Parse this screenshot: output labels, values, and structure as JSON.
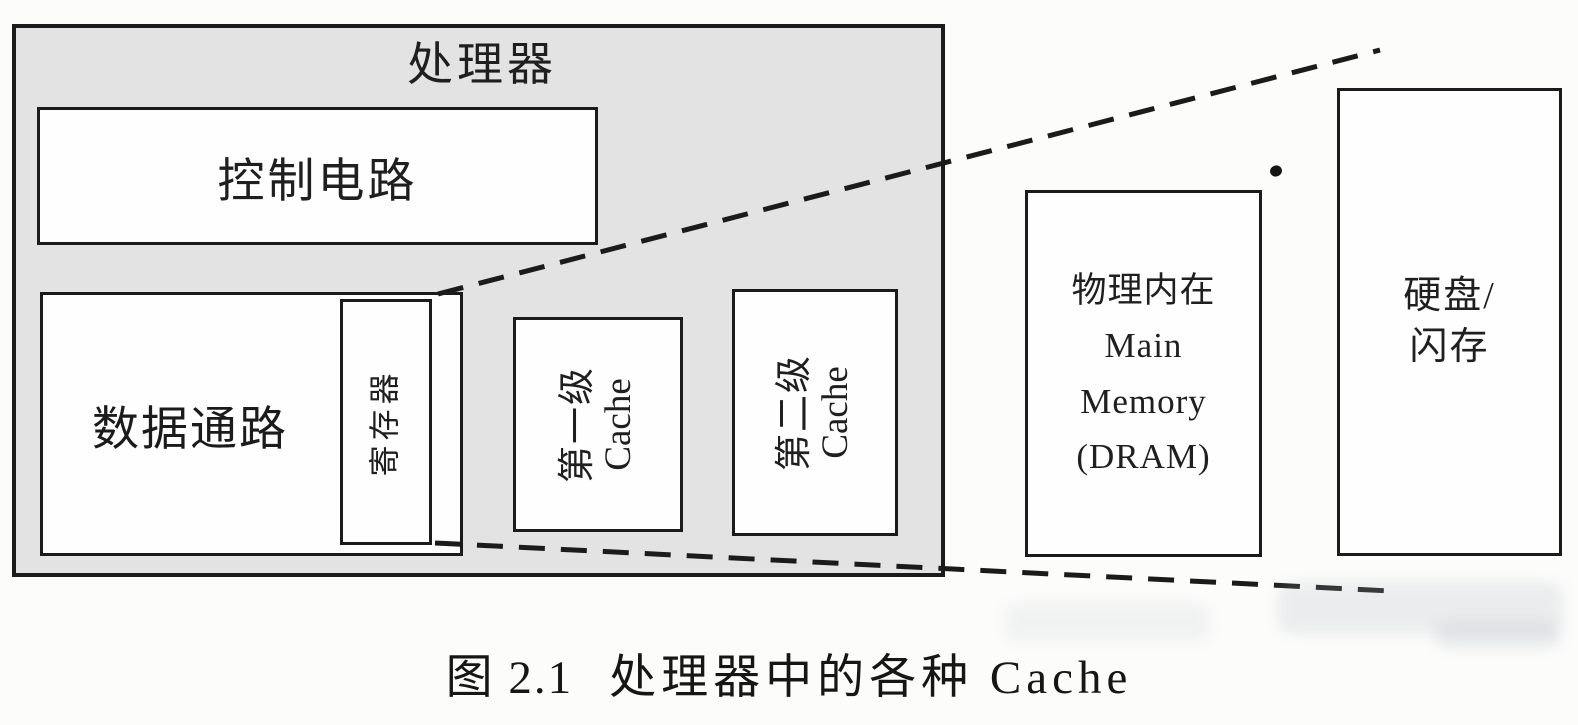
{
  "figure": {
    "processor": {
      "label": "处理器"
    },
    "control_circuit": {
      "label": "控制电路"
    },
    "datapath": {
      "label": "数据通路"
    },
    "register": {
      "label": "寄存器"
    },
    "l1_cache": {
      "line1": "第一级",
      "line2": "Cache"
    },
    "l2_cache": {
      "line1": "第二级",
      "line2": "Cache"
    },
    "main_memory": {
      "line1": "物理内在",
      "line2": "Main",
      "line3": "Memory",
      "line4": "(DRAM)"
    },
    "disk": {
      "line1": "硬盘/",
      "line2": "闪存"
    },
    "caption": {
      "number": "图 2.1",
      "title": "处理器中的各种 Cache"
    }
  },
  "colors": {
    "line": "#1b1b1b",
    "processor_fill": "#e3e3e3",
    "box_fill": "#fefefe",
    "page_background": "#fcfcfb"
  }
}
